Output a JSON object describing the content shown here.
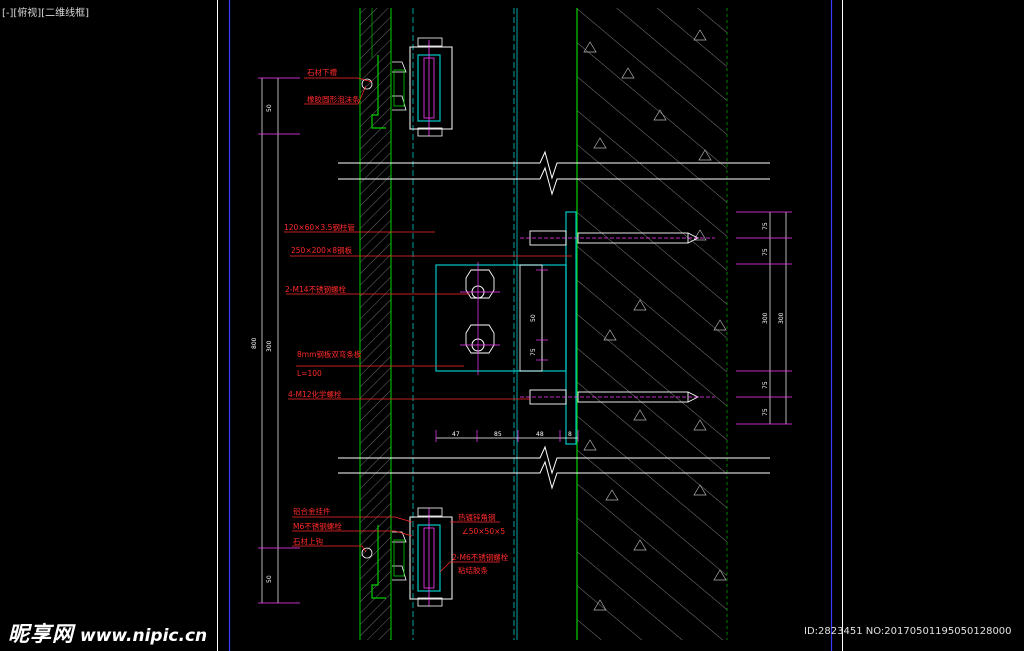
{
  "viewport": {
    "view_label": "[-][俯视][二维线框]"
  },
  "labels": {
    "stone_lower_slot": "石材下槽",
    "stone_rubber_strip": "橡胶圆形泡沫条",
    "main_tube": "120×60×3.5钢柱管",
    "embed_plate": "250×200×8钢板",
    "bolt_pair": "2-M14不锈钢螺栓",
    "steel_plate_double": "8mm钢板双弯条板",
    "steel_plate_length": "L=100",
    "expansion_bolts": "4-M12化学螺栓",
    "alu_pendant": "铝合金挂件",
    "m6_bolt": "M6不锈钢螺栓",
    "stone_upper_slot": "石材上钩",
    "steel_angle_title": "热镀锌角钢",
    "steel_angle_size": "∠50×50×5",
    "m6_bolt_pair": "2-M6不锈钢螺栓",
    "glue_strip": "粘结胶条"
  },
  "dims": {
    "left_top_50": "50",
    "left_mid_300": "300",
    "left_total_800": "800",
    "left_bottom_50": "50",
    "right_top_75a": "75",
    "right_top_75b": "75",
    "right_300a": "300",
    "right_300b": "300",
    "right_bot_75a": "75",
    "right_bot_75b": "75",
    "bracket_50": "50",
    "bracket_75": "75",
    "bottom_47": "47",
    "bottom_85": "85",
    "bottom_48": "48",
    "bottom_8": "8"
  },
  "watermark": {
    "brand": "昵享网",
    "url": "www.nipic.cn"
  },
  "image_id": "ID:2823451 NO:20170501195050128000",
  "colors": {
    "background": "#000000",
    "frame_blue": "#3b3bff",
    "wall_green": "#00d000",
    "label_red": "#ff2a2a",
    "dim_magenta": "#ff3cff",
    "cyan": "#00c8c8",
    "hatch_gray": "#b4b4b4"
  }
}
